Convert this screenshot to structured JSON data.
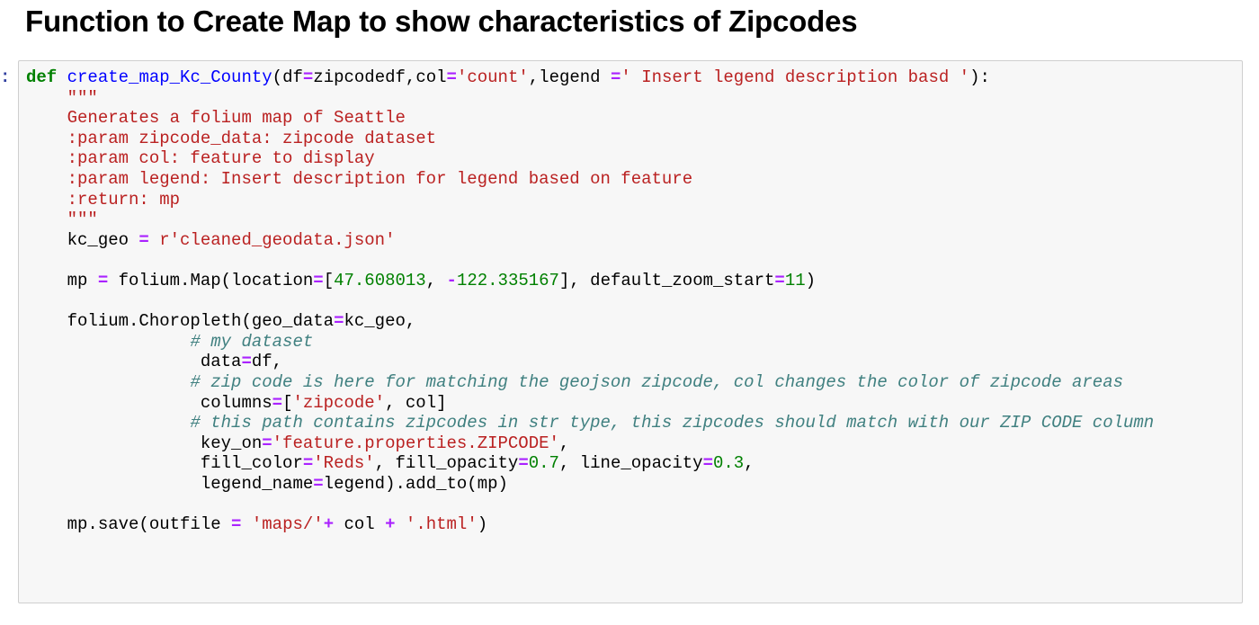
{
  "heading": {
    "title": "Function to Create Map to show characteristics of Zipcodes"
  },
  "cell": {
    "prompt": ":",
    "lines": [
      [
        {
          "t": "kw",
          "v": "def"
        },
        {
          "t": "tx",
          "v": " "
        },
        {
          "t": "fn",
          "v": "create_map_Kc_County"
        },
        {
          "t": "tx",
          "v": "(df"
        },
        {
          "t": "op",
          "v": "="
        },
        {
          "t": "tx",
          "v": "zipcodedf,col"
        },
        {
          "t": "op",
          "v": "="
        },
        {
          "t": "str",
          "v": "'count'"
        },
        {
          "t": "tx",
          "v": ",legend "
        },
        {
          "t": "op",
          "v": "="
        },
        {
          "t": "str",
          "v": "' Insert legend description basd '"
        },
        {
          "t": "tx",
          "v": "):"
        }
      ],
      [
        {
          "t": "tx",
          "v": "    "
        },
        {
          "t": "doc",
          "v": "\"\"\""
        }
      ],
      [
        {
          "t": "doc",
          "v": "    Generates a folium map of Seattle"
        }
      ],
      [
        {
          "t": "doc",
          "v": "    :param zipcode_data: zipcode dataset"
        }
      ],
      [
        {
          "t": "doc",
          "v": "    :param col: feature to display"
        }
      ],
      [
        {
          "t": "doc",
          "v": "    :param legend: Insert description for legend based on feature"
        }
      ],
      [
        {
          "t": "doc",
          "v": "    :return: mp"
        }
      ],
      [
        {
          "t": "doc",
          "v": "    \"\"\""
        }
      ],
      [
        {
          "t": "tx",
          "v": "    kc_geo "
        },
        {
          "t": "op",
          "v": "="
        },
        {
          "t": "tx",
          "v": " "
        },
        {
          "t": "str",
          "v": "r'cleaned_geodata.json'"
        }
      ],
      [],
      [
        {
          "t": "tx",
          "v": "    mp "
        },
        {
          "t": "op",
          "v": "="
        },
        {
          "t": "tx",
          "v": " folium.Map(location"
        },
        {
          "t": "op",
          "v": "="
        },
        {
          "t": "tx",
          "v": "["
        },
        {
          "t": "num",
          "v": "47.608013"
        },
        {
          "t": "tx",
          "v": ", "
        },
        {
          "t": "op",
          "v": "-"
        },
        {
          "t": "num",
          "v": "122.335167"
        },
        {
          "t": "tx",
          "v": "], default_zoom_start"
        },
        {
          "t": "op",
          "v": "="
        },
        {
          "t": "num",
          "v": "11"
        },
        {
          "t": "tx",
          "v": ")"
        }
      ],
      [],
      [
        {
          "t": "tx",
          "v": "    folium.Choropleth(geo_data"
        },
        {
          "t": "op",
          "v": "="
        },
        {
          "t": "tx",
          "v": "kc_geo,"
        }
      ],
      [
        {
          "t": "tx",
          "v": "                "
        },
        {
          "t": "cm",
          "v": "# my dataset"
        }
      ],
      [
        {
          "t": "tx",
          "v": "                 data"
        },
        {
          "t": "op",
          "v": "="
        },
        {
          "t": "tx",
          "v": "df,"
        }
      ],
      [
        {
          "t": "tx",
          "v": "                "
        },
        {
          "t": "cm",
          "v": "# zip code is here for matching the geojson zipcode, col changes the color of zipcode areas"
        }
      ],
      [
        {
          "t": "tx",
          "v": "                 columns"
        },
        {
          "t": "op",
          "v": "="
        },
        {
          "t": "tx",
          "v": "["
        },
        {
          "t": "str",
          "v": "'zipcode'"
        },
        {
          "t": "tx",
          "v": ", col]"
        }
      ],
      [
        {
          "t": "tx",
          "v": "                "
        },
        {
          "t": "cm",
          "v": "# this path contains zipcodes in str type, this zipcodes should match with our ZIP CODE column"
        }
      ],
      [
        {
          "t": "tx",
          "v": "                 key_on"
        },
        {
          "t": "op",
          "v": "="
        },
        {
          "t": "str",
          "v": "'feature.properties.ZIPCODE'"
        },
        {
          "t": "tx",
          "v": ","
        }
      ],
      [
        {
          "t": "tx",
          "v": "                 fill_color"
        },
        {
          "t": "op",
          "v": "="
        },
        {
          "t": "str",
          "v": "'Reds'"
        },
        {
          "t": "tx",
          "v": ", fill_opacity"
        },
        {
          "t": "op",
          "v": "="
        },
        {
          "t": "num",
          "v": "0.7"
        },
        {
          "t": "tx",
          "v": ", line_opacity"
        },
        {
          "t": "op",
          "v": "="
        },
        {
          "t": "num",
          "v": "0.3"
        },
        {
          "t": "tx",
          "v": ","
        }
      ],
      [
        {
          "t": "tx",
          "v": "                 legend_name"
        },
        {
          "t": "op",
          "v": "="
        },
        {
          "t": "tx",
          "v": "legend).add_to(mp)"
        }
      ],
      [],
      [
        {
          "t": "tx",
          "v": "    mp.save(outfile "
        },
        {
          "t": "op",
          "v": "="
        },
        {
          "t": "tx",
          "v": " "
        },
        {
          "t": "str",
          "v": "'maps/'"
        },
        {
          "t": "op",
          "v": "+"
        },
        {
          "t": "tx",
          "v": " col "
        },
        {
          "t": "op",
          "v": "+"
        },
        {
          "t": "tx",
          "v": " "
        },
        {
          "t": "str",
          "v": "'.html'"
        },
        {
          "t": "tx",
          "v": ")"
        }
      ]
    ]
  },
  "colors": {
    "keyword": "#008000",
    "function_name": "#0000ff",
    "operator": "#aa22ff",
    "string": "#ba2121",
    "number": "#008000",
    "comment": "#408080",
    "cell_background": "#f7f7f7",
    "cell_border": "#cfcfcf"
  }
}
